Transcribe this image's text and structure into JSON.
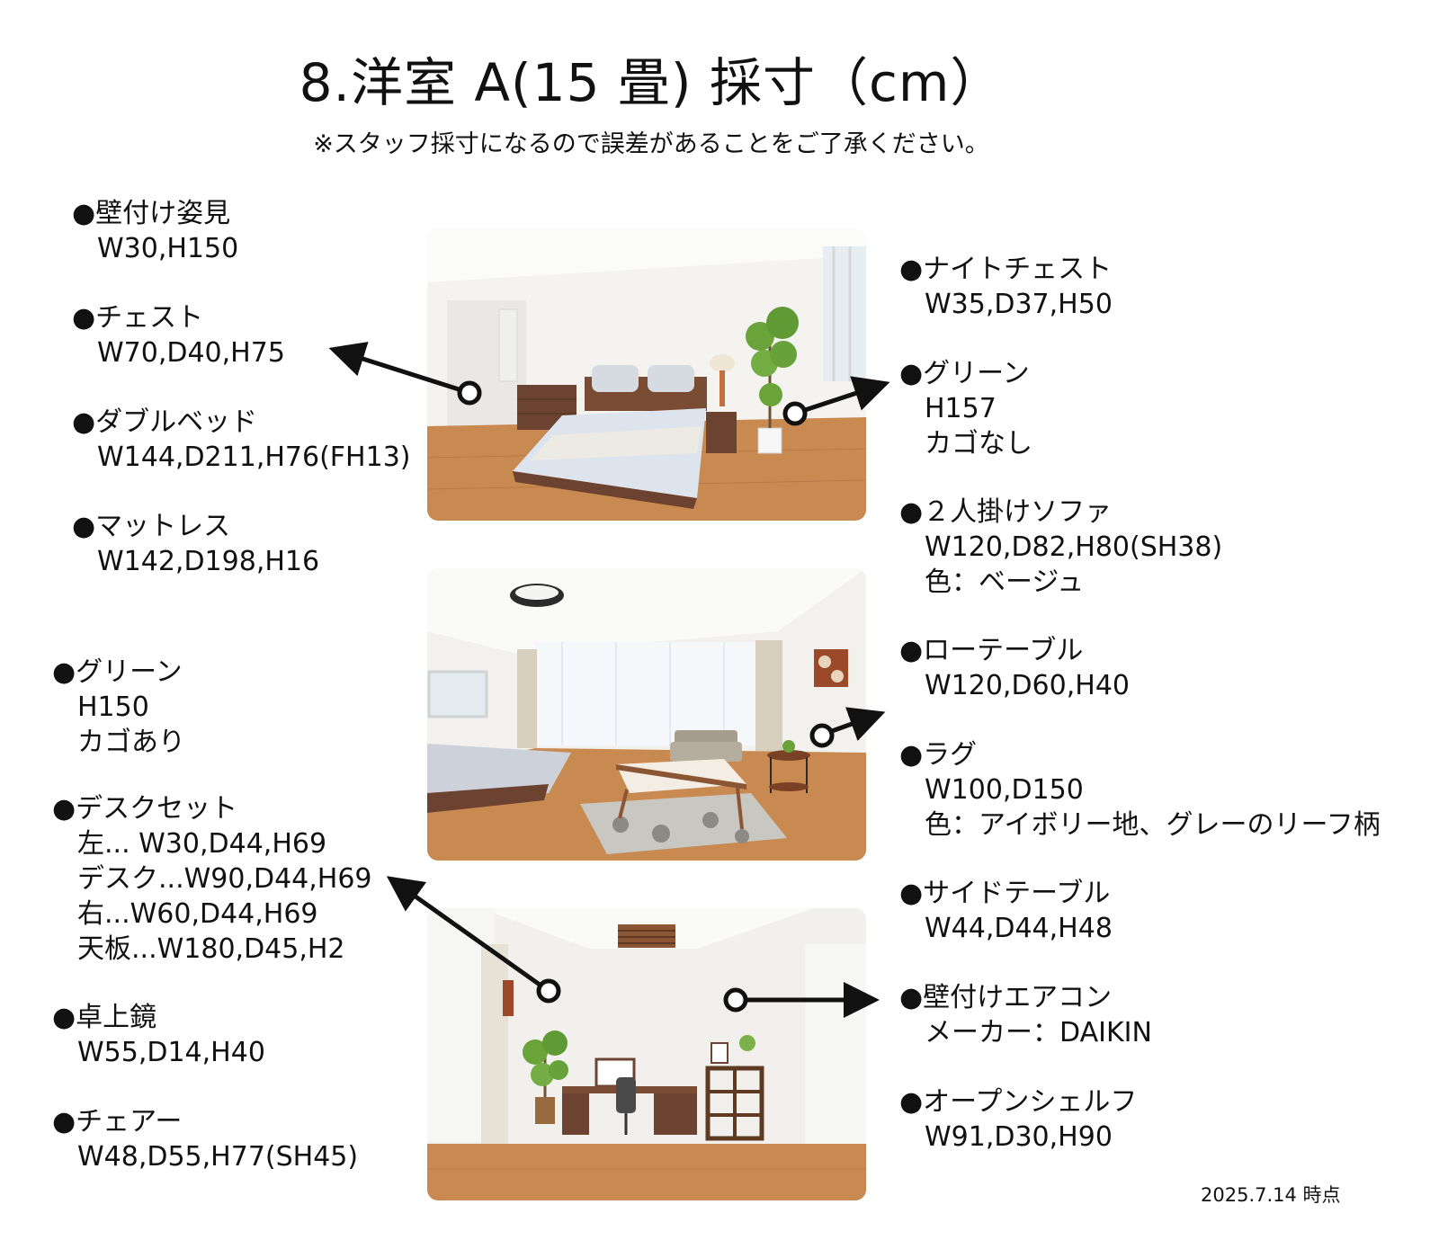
{
  "header": {
    "title": "8.洋室 A(15 畳) 採寸（cm）",
    "subtitle": "※スタッフ採寸になるので誤差があることをご了承ください。"
  },
  "left_items": [
    {
      "name": "●壁付け姿見",
      "lines": [
        "W30,H150"
      ]
    },
    {
      "name": "●チェスト",
      "lines": [
        "W70,D40,H75"
      ]
    },
    {
      "name": "●ダブルベッド",
      "lines": [
        "W144,D211,H76(FH13)"
      ]
    },
    {
      "name": "●マットレス",
      "lines": [
        "W142,D198,H16"
      ]
    },
    {
      "name": "●グリーン",
      "lines": [
        "H150",
        "カゴあり"
      ]
    },
    {
      "name": "●デスクセット",
      "lines": [
        "左... W30,D44,H69",
        "デスク...W90,D44,H69",
        "右...W60,D44,H69",
        "天板...W180,D45,H2"
      ]
    },
    {
      "name": "●卓上鏡",
      "lines": [
        "W55,D14,H40"
      ]
    },
    {
      "name": "●チェアー",
      "lines": [
        "W48,D55,H77(SH45)"
      ]
    }
  ],
  "right_items": [
    {
      "name": "●ナイトチェスト",
      "lines": [
        "W35,D37,H50"
      ]
    },
    {
      "name": "●グリーン",
      "lines": [
        "H157",
        "カゴなし"
      ]
    },
    {
      "name": "●２人掛けソファ",
      "lines": [
        "W120,D82,H80(SH38)",
        "色：ベージュ"
      ]
    },
    {
      "name": "●ローテーブル",
      "lines": [
        "W120,D60,H40"
      ]
    },
    {
      "name": "●ラグ",
      "lines": [
        "W100,D150",
        "色：アイボリー地、グレーのリーフ柄"
      ]
    },
    {
      "name": "●サイドテーブル",
      "lines": [
        "W44,D44,H48"
      ]
    },
    {
      "name": "●壁付けエアコン",
      "lines": [
        "メーカー：DAIKIN"
      ]
    },
    {
      "name": "●オープンシェルフ",
      "lines": [
        "W91,D30,H90"
      ]
    }
  ],
  "footer": {
    "date": "2025.7.14 時点"
  },
  "colors": {
    "floor": "#c98a52",
    "wall": "#f2f1ee",
    "wood": "#6b4330",
    "arrow": "#111111"
  }
}
